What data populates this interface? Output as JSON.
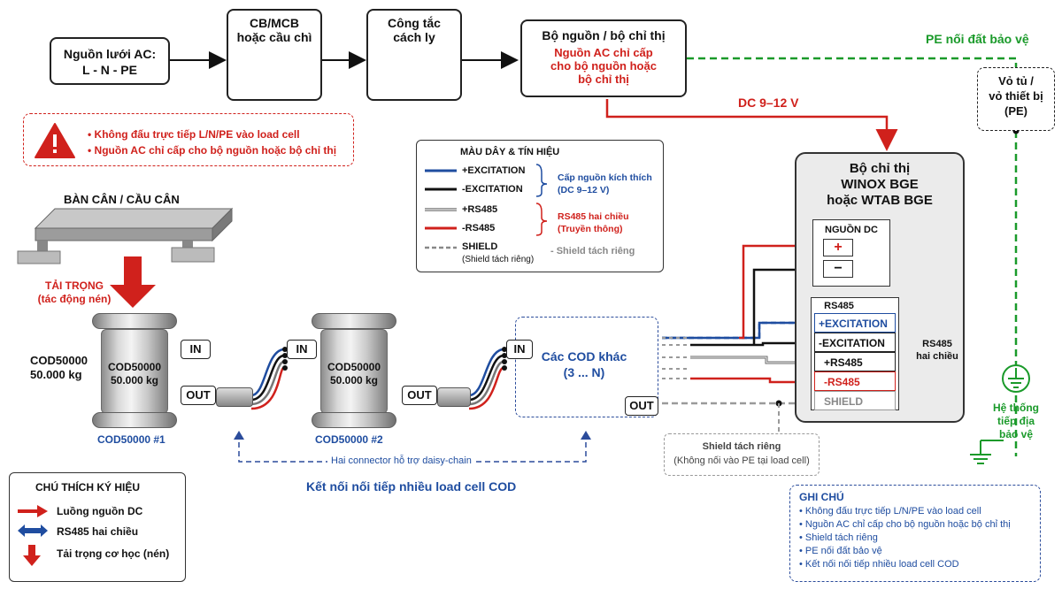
{
  "top_chain": {
    "source": {
      "line1": "Nguồn lưới AC:",
      "line2": "L - N - PE"
    },
    "breaker": {
      "line1": "CB/MCB",
      "line2": "hoặc cầu chì"
    },
    "isolator": {
      "line1": "Công tắc",
      "line2": "cách ly"
    },
    "psu": {
      "title": "Bộ nguồn / bộ chỉ thị",
      "line1": "Nguồn AC chỉ cấp",
      "line2": "cho bộ nguồn hoặc",
      "line3": "bộ chỉ thị"
    },
    "dc_label": "DC 9–12 V",
    "pe_label": "PE nối đất bảo vệ",
    "cabinet": {
      "line1": "Vỏ tủ /",
      "line2": "vỏ thiết bị",
      "line3": "(PE)"
    }
  },
  "warning": {
    "items": [
      "Không đấu trực tiếp L/N/PE vào load cell",
      "Nguồn AC chỉ cấp cho bộ nguồn hoặc bộ chỉ thị"
    ]
  },
  "wire_legend": {
    "title": "MÀU DÂY & TÍN HIỆU",
    "items": [
      "+EXCITATION",
      "-EXCITATION",
      "+RS485",
      "-RS485",
      "SHIELD"
    ],
    "shield_note": "(Shield tách riêng)",
    "group1": {
      "line1": "Cấp nguồn kích thích",
      "line2": "(DC 9–12 V)"
    },
    "group2": {
      "line1": "RS485 hai chiều",
      "line2": "(Truyền thông)"
    },
    "shield_desc": "- Shield tách riêng"
  },
  "indicator": {
    "title1": "Bộ chỉ thị",
    "title2": "WINOX BGE",
    "title3": "hoặc WTAB BGE",
    "dc_title": "NGUỒN DC",
    "dc_plus": "+",
    "dc_minus": "−",
    "rs_title": "RS485",
    "terminals": [
      "+EXCITATION",
      "-EXCITATION",
      "+RS485",
      "-RS485",
      "SHIELD"
    ],
    "rs_side_label1": "RS485",
    "rs_side_label2": "hai chiều"
  },
  "scale": {
    "title": "BÀN CÂN / CẦU CÂN",
    "load1": "TẢI TRỌNG",
    "load2": "(tác động nén)"
  },
  "loadcell1": {
    "side1": "COD50000",
    "side2": "50.000 kg",
    "body1": "COD50000",
    "body2": "50.000 kg",
    "in": "IN",
    "out": "OUT",
    "caption": "COD50000 #1"
  },
  "loadcell2": {
    "body1": "COD50000",
    "body2": "50.000 kg",
    "in": "IN",
    "out": "OUT",
    "caption": "COD50000 #2"
  },
  "others": {
    "in": "IN",
    "out": "OUT",
    "line1": "Các COD khác",
    "line2": "(3 ... N)"
  },
  "daisy_label": "Hai connector hỗ trợ daisy-chain",
  "series_label": "Kết nối nối tiếp nhiều load cell COD",
  "shield_box": {
    "line1": "Shield tách riêng",
    "line2": "(Không nối vào PE tại load cell)"
  },
  "earth": {
    "line1": "Hệ thống",
    "line2": "tiếp địa",
    "line3": "bảo vệ"
  },
  "symbol_legend": {
    "title": "CHÚ THÍCH KÝ HIỆU",
    "items": [
      "Luồng nguồn DC",
      "RS485 hai chiều",
      "Tải trọng cơ học (nén)"
    ]
  },
  "notes": {
    "title": "GHI CHÚ",
    "items": [
      "• Không đấu trực tiếp L/N/PE vào load cell",
      "• Nguồn AC chỉ cấp cho bộ nguồn hoặc bộ chỉ thị",
      "• Shield tách riêng",
      "• PE nối đất bảo vệ",
      "• Kết nối nối tiếp nhiều load cell COD"
    ]
  },
  "colors": {
    "red": "#d0211c",
    "blue": "#1f4da0",
    "green": "#1a9a2a",
    "black": "#111111"
  }
}
